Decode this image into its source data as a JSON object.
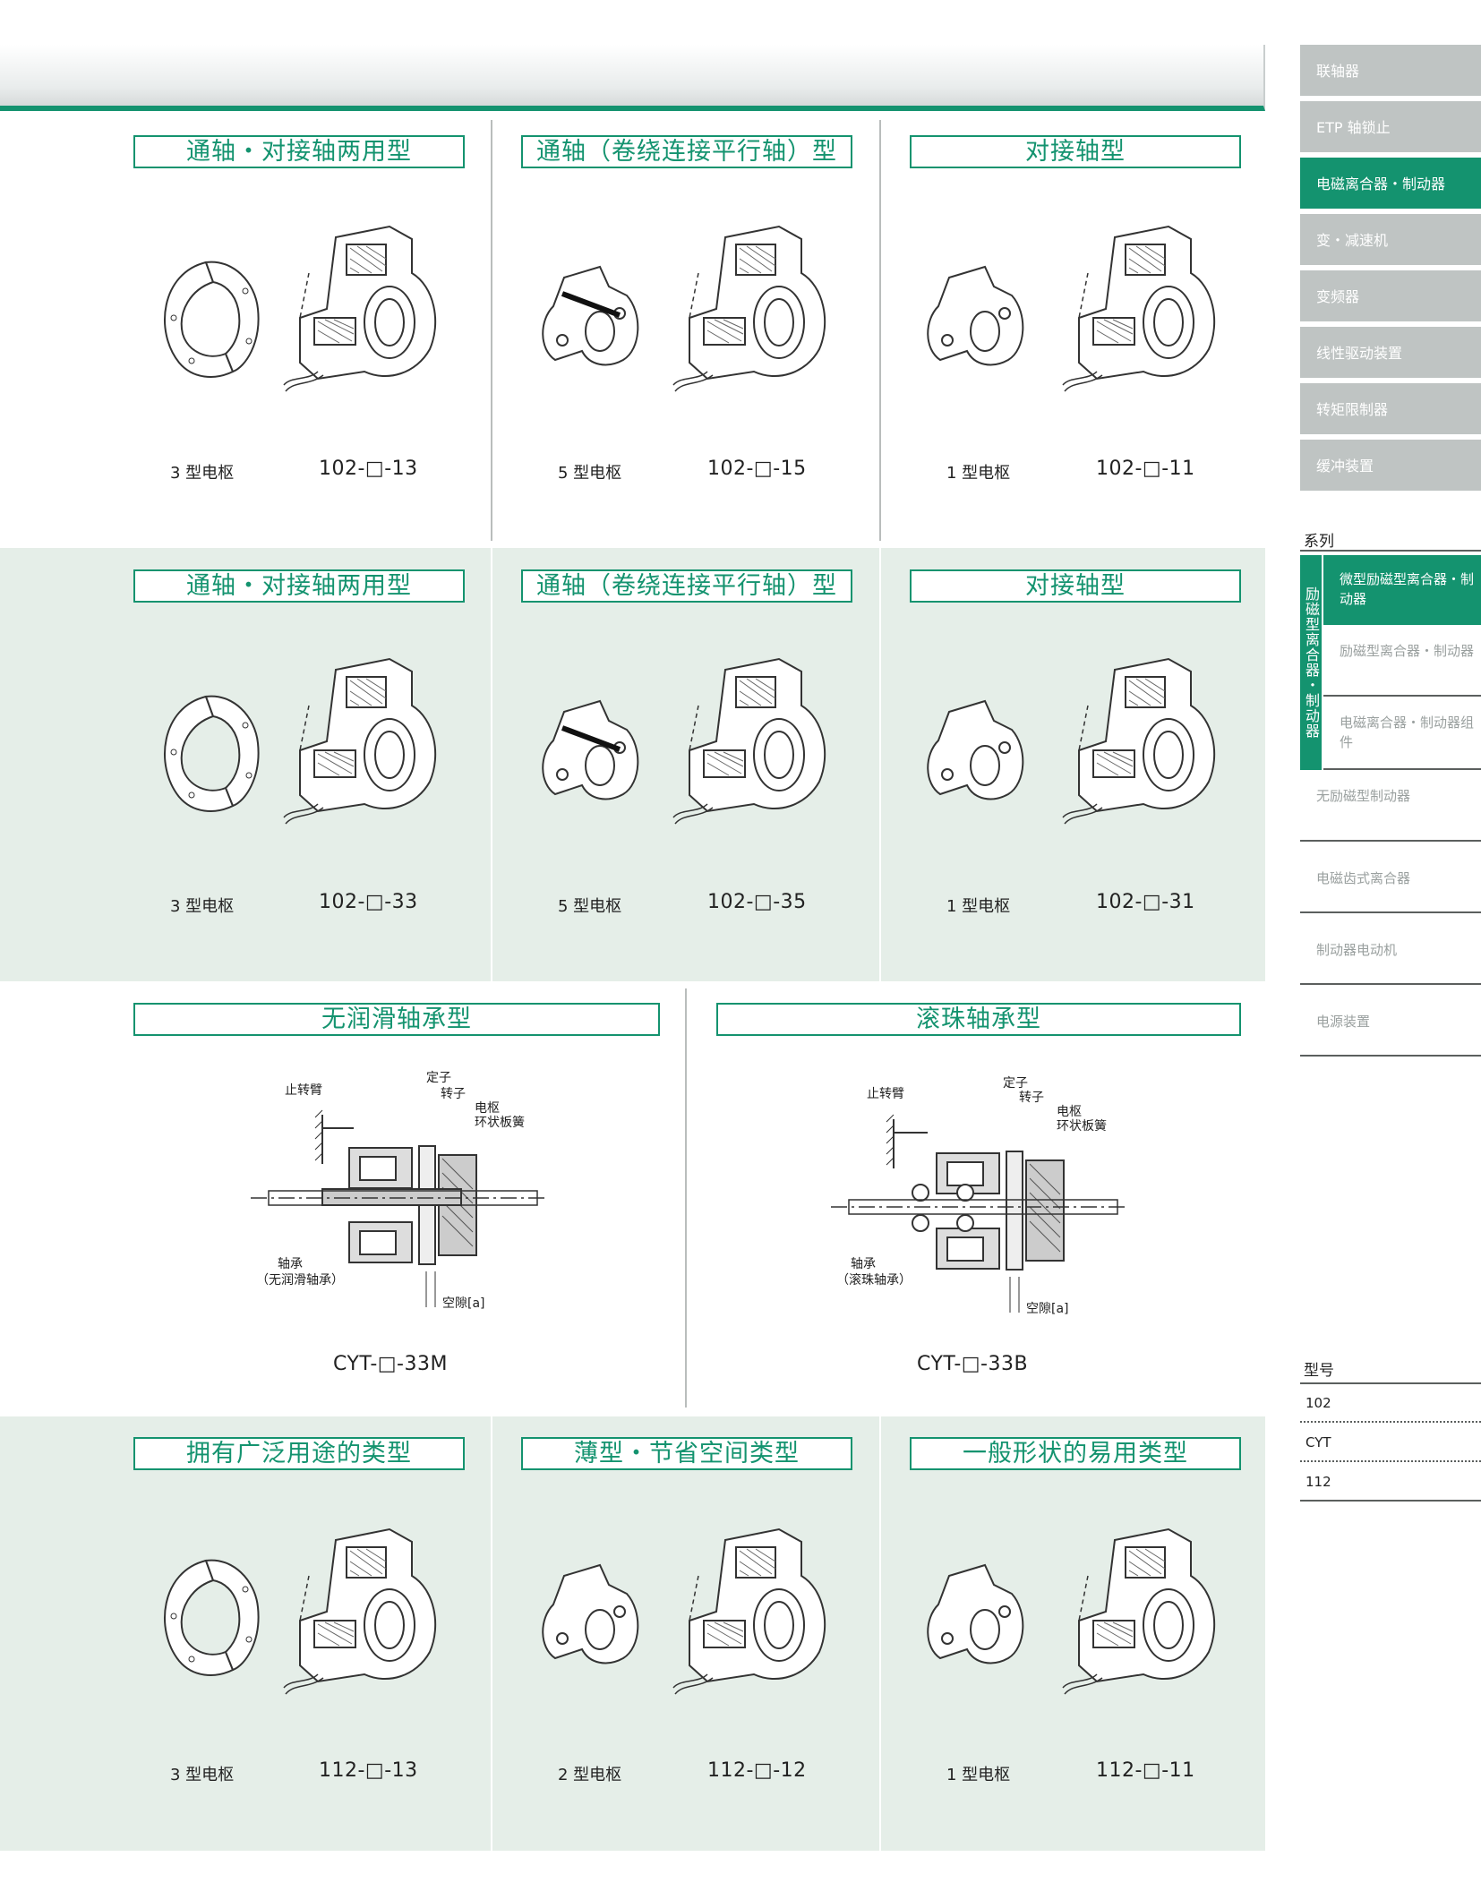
{
  "sidebar": {
    "categories": [
      "联轴器",
      "ETP 轴锁止",
      "电磁离合器・制动器",
      "变・减速机",
      "变频器",
      "线性驱动装置",
      "转矩限制器",
      "缓冲装置"
    ],
    "series_label": "系列",
    "series_vertical": "励磁型离合器・制动器",
    "series_items": [
      "微型励磁型离合器・制动器",
      "励磁型离合器・制动器",
      "电磁离合器・制动器组件"
    ],
    "other_items": [
      "无励磁型制动器",
      "电磁齿式离合器",
      "制动器电动机",
      "电源装置"
    ],
    "model_label": "型号",
    "models": [
      "102",
      "CYT",
      "112"
    ]
  },
  "row1": [
    {
      "title": "通轴・对接轴两用型",
      "armature": "3 型电枢",
      "model": "102-□-13"
    },
    {
      "title": "通轴（卷绕连接平行轴）型",
      "armature": "5 型电枢",
      "model": "102-□-15"
    },
    {
      "title": "对接轴型",
      "armature": "1 型电枢",
      "model": "102-□-11"
    }
  ],
  "row2": [
    {
      "title": "通轴・对接轴两用型",
      "armature": "3 型电枢",
      "model": "102-□-33"
    },
    {
      "title": "通轴（卷绕连接平行轴）型",
      "armature": "5 型电枢",
      "model": "102-□-35"
    },
    {
      "title": "对接轴型",
      "armature": "1 型电枢",
      "model": "102-□-31"
    }
  ],
  "row3": [
    {
      "title": "无润滑轴承型",
      "model": "CYT-□-33M",
      "labels": {
        "arm": "止转臂",
        "stator": "定子",
        "rotor": "转子",
        "armature": "电枢",
        "spring": "环状板簧",
        "bearing": "轴承",
        "bearing_type": "（无润滑轴承）",
        "gap": "空隙[a]"
      }
    },
    {
      "title": "滚珠轴承型",
      "model": "CYT-□-33B",
      "labels": {
        "arm": "止转臂",
        "stator": "定子",
        "rotor": "转子",
        "armature": "电枢",
        "spring": "环状板簧",
        "bearing": "轴承",
        "bearing_type": "（滚珠轴承）",
        "gap": "空隙[a]"
      }
    }
  ],
  "row4": [
    {
      "title": "拥有广泛用途的类型",
      "armature": "3 型电枢",
      "model": "112-□-13"
    },
    {
      "title": "薄型・节省空间类型",
      "armature": "2 型电枢",
      "model": "112-□-12"
    },
    {
      "title": "一般形状的易用类型",
      "armature": "1 型电枢",
      "model": "112-□-11"
    }
  ],
  "colors": {
    "accent": "#14936f",
    "band": "#e5eee8",
    "nav_gray": "#bfc4c3"
  }
}
